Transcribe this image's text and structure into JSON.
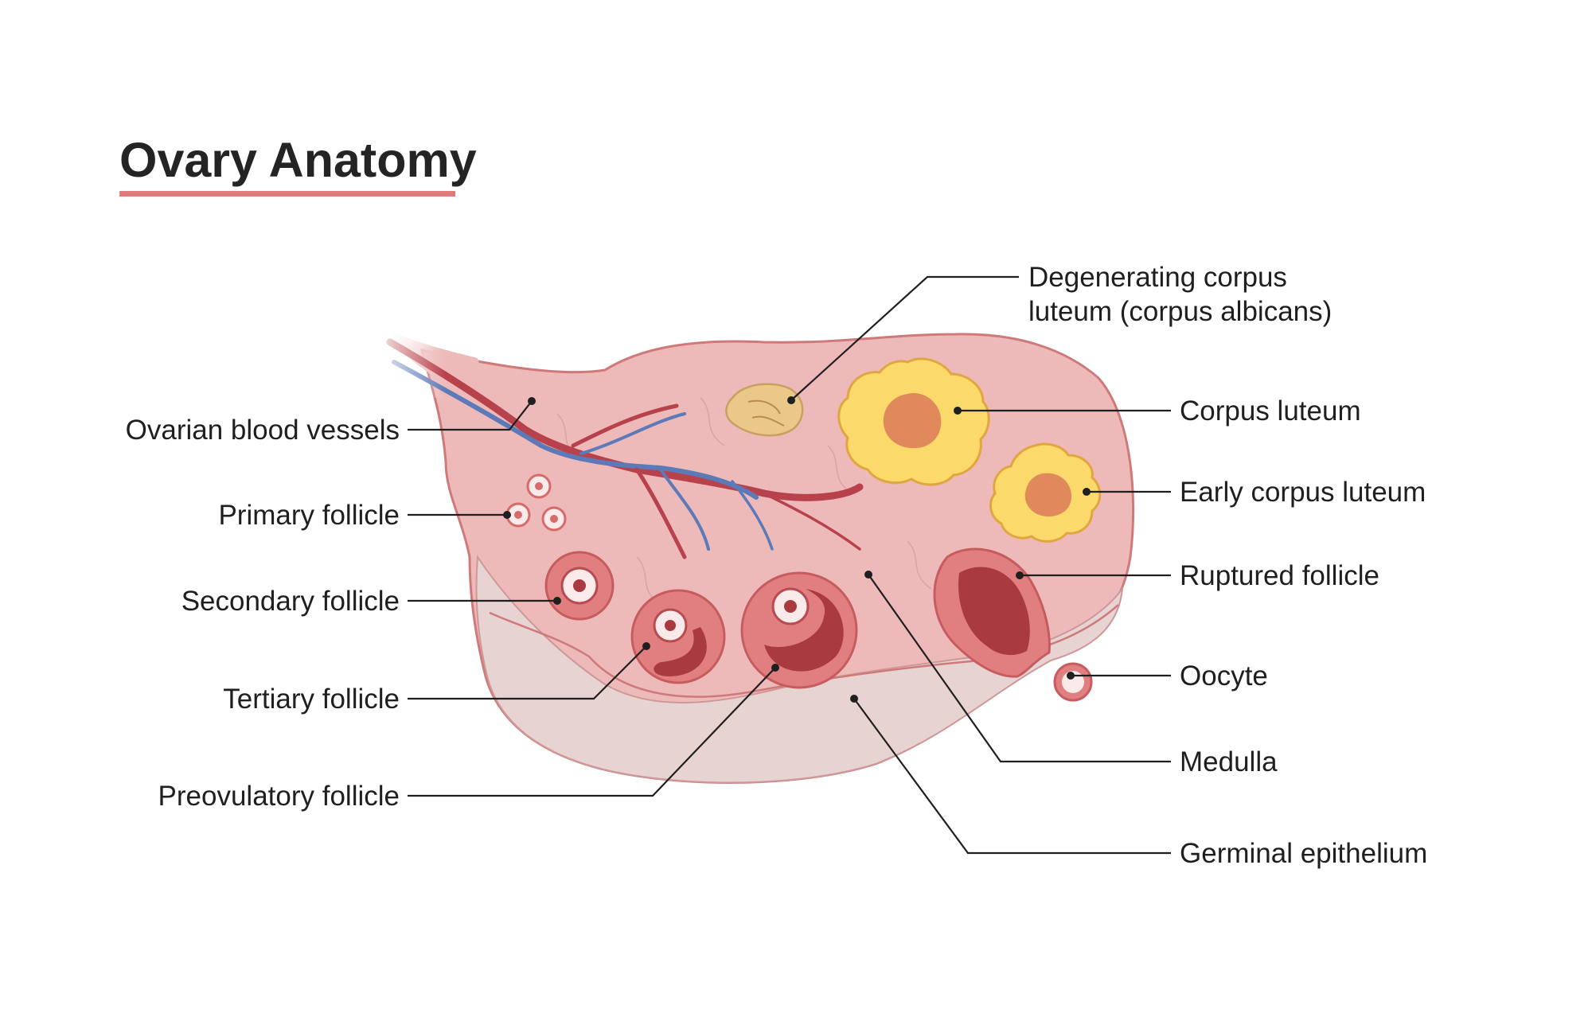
{
  "title": "Ovary Anatomy",
  "colors": {
    "accent_underline": "#e07b7b",
    "ovary_fill": "#edb9b9",
    "ovary_outline": "#cf7a7a",
    "medulla_fill": "#e8d3d3",
    "follicle_outer": "#e17f80",
    "follicle_antrum": "#a93a40",
    "corpus_luteum_yellow": "#fbd96b",
    "corpus_luteum_center": "#e08a5b",
    "artery": "#b8424c",
    "vein": "#5d7ab8",
    "corpus_albicans": "#e9c88a"
  },
  "labels": {
    "ovarian_blood_vessels": "Ovarian blood vessels",
    "primary_follicle": "Primary follicle",
    "secondary_follicle": "Secondary follicle",
    "tertiary_follicle": "Tertiary follicle",
    "preovulatory_follicle": "Preovulatory follicle",
    "degenerating_line1": "Degenerating corpus",
    "degenerating_line2": "luteum (corpus albicans)",
    "corpus_luteum": "Corpus luteum",
    "early_corpus_luteum": "Early corpus luteum",
    "ruptured_follicle": "Ruptured follicle",
    "oocyte": "Oocyte",
    "medulla": "Medulla",
    "germinal_epithelium": "Germinal epithelium"
  }
}
